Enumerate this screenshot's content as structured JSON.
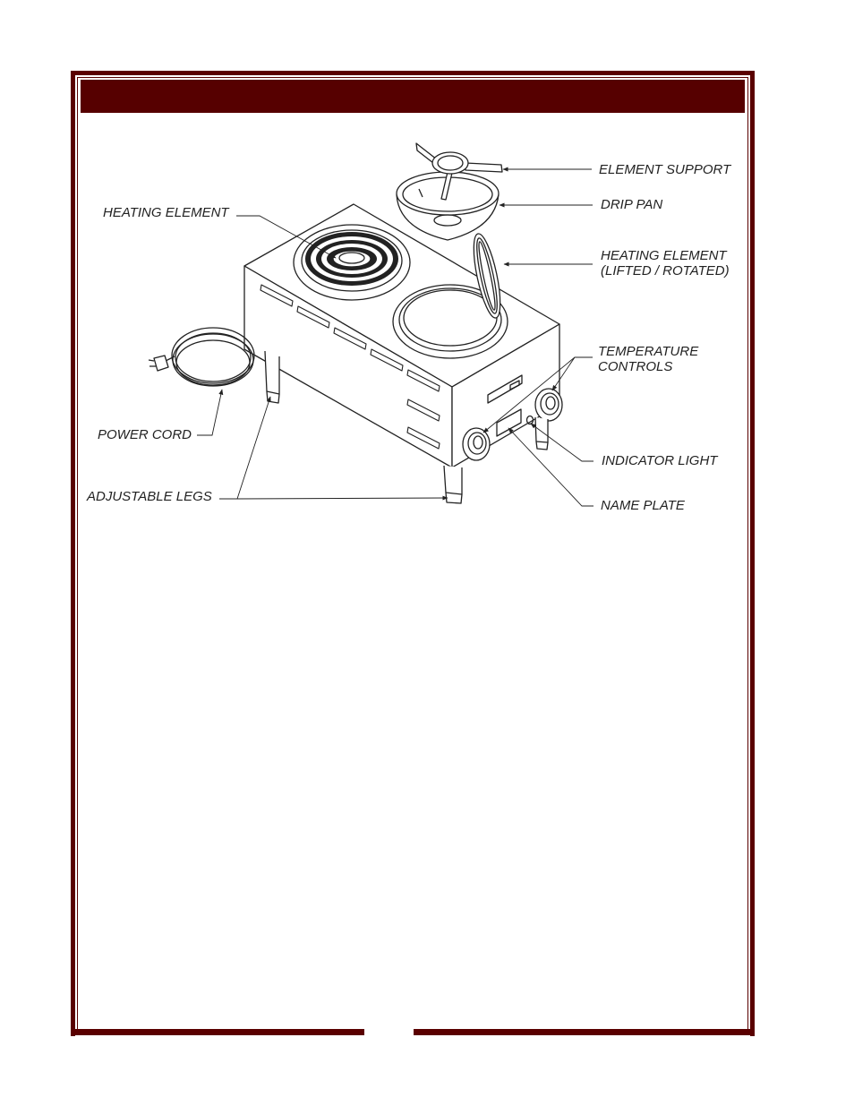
{
  "colors": {
    "frame": "#5a0000",
    "header": "#560000",
    "ink": "#222222"
  },
  "labels": {
    "element_support": "ELEMENT SUPPORT",
    "drip_pan": "DRIP PAN",
    "heating_element": "HEATING ELEMENT",
    "heating_element_lifted_1": "HEATING ELEMENT",
    "heating_element_lifted_2": "(LIFTED / ROTATED)",
    "temperature_controls_1": "TEMPERATURE",
    "temperature_controls_2": "CONTROLS",
    "power_cord": "POWER CORD",
    "indicator_light": "INDICATOR LIGHT",
    "adjustable_legs": "ADJUSTABLE LEGS",
    "name_plate": "NAME PLATE"
  }
}
